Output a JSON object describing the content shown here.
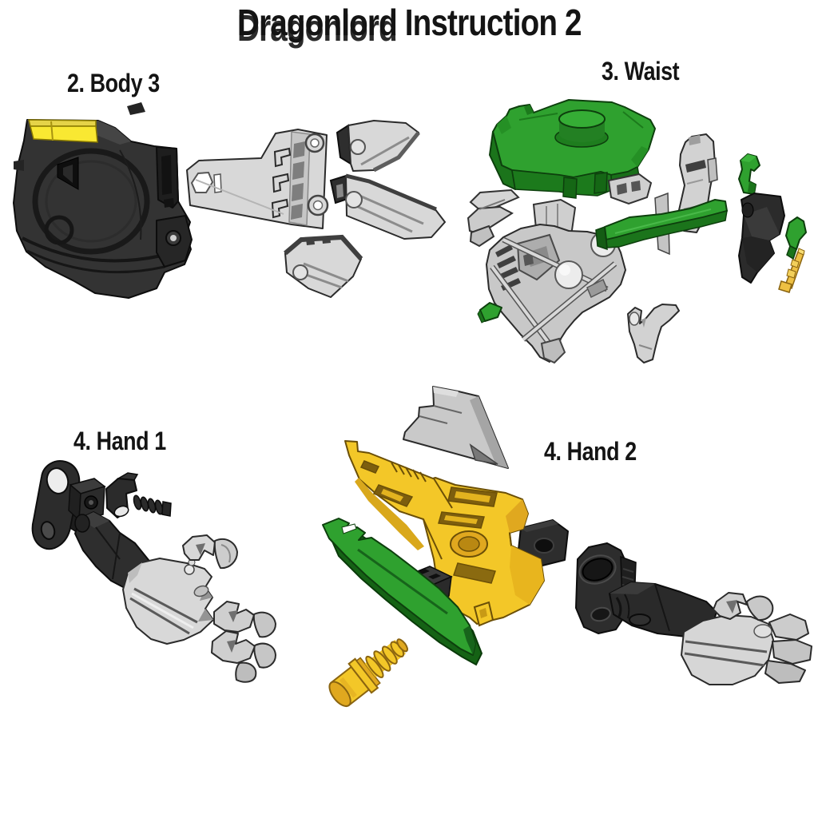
{
  "page": {
    "title": "Dragonlord Instruction 2",
    "title_overlap_word": "Dragonlord",
    "background": "#ffffff"
  },
  "sections": {
    "body3": {
      "label": "2. Body 3"
    },
    "waist": {
      "label": "3. Waist"
    },
    "hand1": {
      "label": "4. Hand 1"
    },
    "hand2": {
      "label": "4. Hand 2"
    }
  },
  "colors": {
    "black_part": "#333333",
    "black_part_dark": "#1e1e1e",
    "black_part_light": "#454545",
    "gray_part": "#d8d8d8",
    "gray_part_shade": "#a8a8a8",
    "green_part": "#2fa12f",
    "green_part_dark": "#1b741b",
    "yellow_accent": "#f9e832",
    "gold_part": "#f3c728",
    "gold_part_dark": "#d9a81c",
    "outline": "#1c1c1c",
    "ink": "#141414",
    "paper": "#ffffff"
  }
}
